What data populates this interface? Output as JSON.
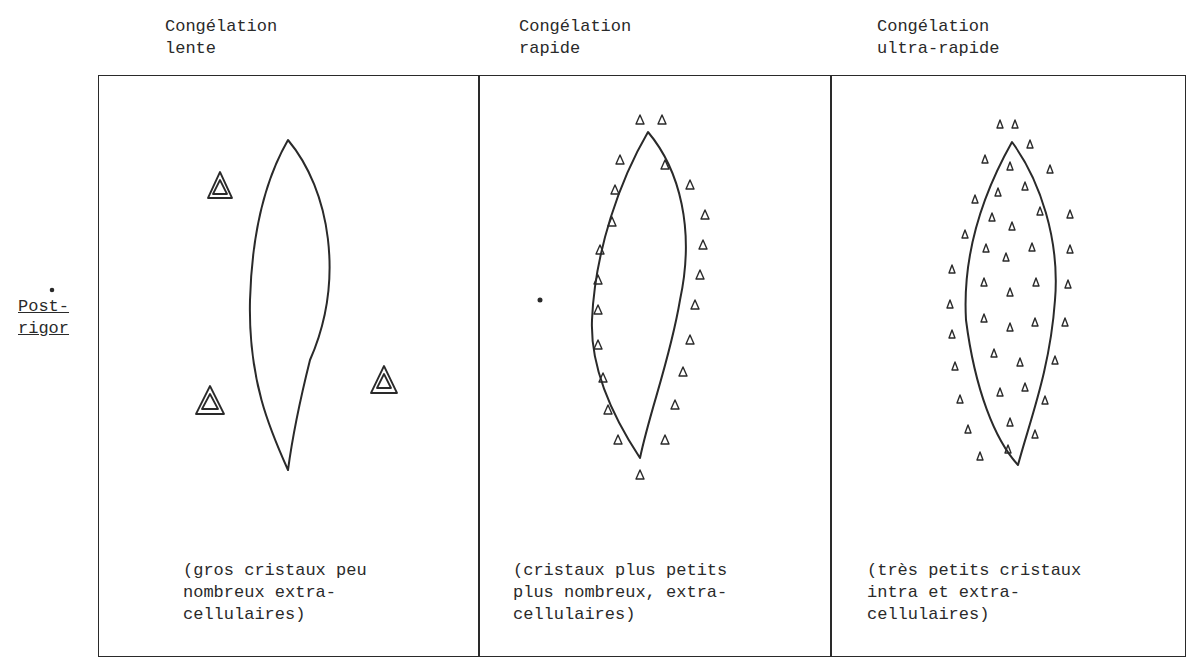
{
  "diagram": {
    "nodes": [
      {
        "text": [
          "Congélation lente",
          "(gros cristaux peu nombreux extra-cellulaires)"
        ]
      },
      {
        "text": [
          "Congélation rapide",
          "(cristaux plus petits plus nombreux, extra-cellulaires)"
        ]
      },
      {
        "text": [
          "Congélation ultra-rapide",
          "(très petits cristaux intra et extra-cellulaires)"
        ]
      }
    ],
    "labels": [
      "Post-rigor"
    ]
  }
}
